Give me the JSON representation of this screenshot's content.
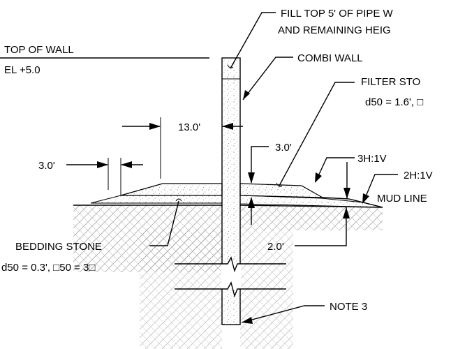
{
  "labels": {
    "fill_note_line1": "FILL TOP 5' OF PIPE W",
    "fill_note_line2": "AND REMAINING HEIG",
    "top_of_wall": "TOP OF WALL",
    "elevation": "EL +5.0",
    "combi_wall": "COMBI WALL",
    "filter_stone": "FILTER STO",
    "filter_stone_spec": "d50 = 1.6', □",
    "dim_13": "13.0'",
    "dim_3_left": "3.0'",
    "dim_3_right": "3.0'",
    "slope_3h1v": "3H:1V",
    "slope_2h1v": "2H:1V",
    "mud_line": "MUD LINE",
    "bedding_stone": "BEDDING STONE",
    "bedding_stone_spec": "d50 = 0.3', □50 = 3□",
    "dim_2": "2.0'",
    "note_3": "NOTE 3"
  }
}
